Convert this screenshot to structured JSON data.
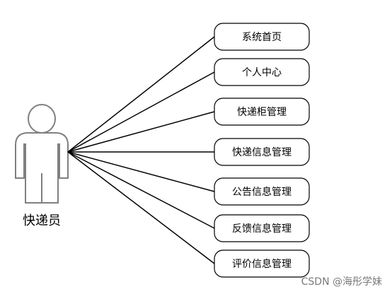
{
  "actor": {
    "label": "快递员",
    "icon": "actor-person-icon"
  },
  "use_cases": [
    {
      "label": "系统首页"
    },
    {
      "label": "个人中心"
    },
    {
      "label": "快递柜管理"
    },
    {
      "label": "快递信息管理"
    },
    {
      "label": "公告信息管理"
    },
    {
      "label": "反馈信息管理"
    },
    {
      "label": "评价信息管理"
    }
  ],
  "watermark": "CSDN @海彤学妹",
  "colors": {
    "actor_stroke": "#808080",
    "lines": "#000000",
    "watermark": "#7a7a7a"
  }
}
